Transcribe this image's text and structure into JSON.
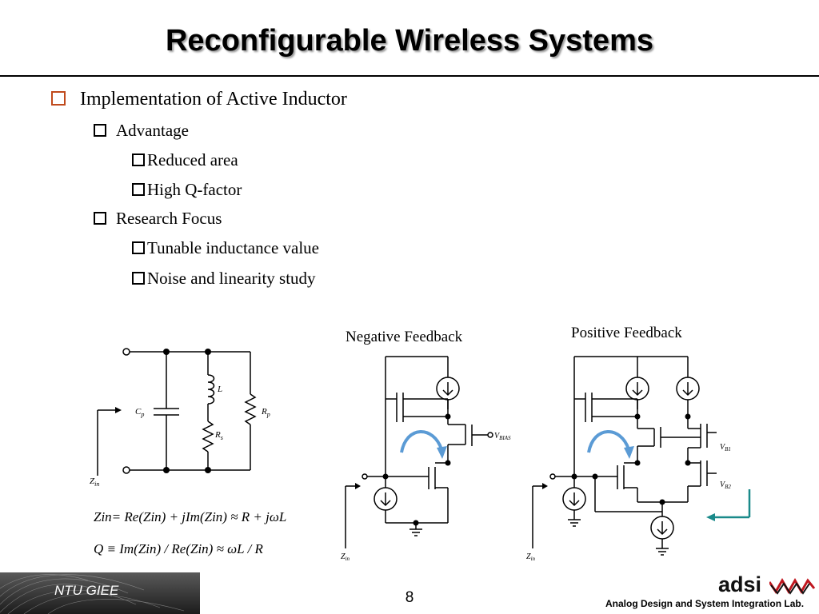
{
  "slide": {
    "title": "Reconfigurable Wireless Systems",
    "bullets": {
      "main": "Implementation of Active Inductor",
      "advantage": "Advantage",
      "reduced_area": "Reduced area",
      "high_q": "High Q-factor",
      "research_focus": "Research Focus",
      "tunable": "Tunable inductance value",
      "noise": "Noise and linearity study"
    },
    "figures": {
      "negative_feedback": "Negative Feedback",
      "positive_feedback": "Positive Feedback"
    },
    "equations": {
      "zin": "Zin= Re(Zin) + jIm(Zin) ≈ R + jωL",
      "q": "Q ≡ Im(Zin) / Re(Zin) ≈ ωL / R"
    },
    "footer": {
      "institution": "NTU GIEE",
      "page_number": "8",
      "logo": "adsi",
      "lab_name": "Analog Design and System Integration Lab."
    }
  },
  "colors": {
    "bullet_box": "#c04a1c",
    "feedback_arrow": "#5b9bd5",
    "return_arrow": "#1a8a8a",
    "lab_caps": "#c0161e"
  }
}
